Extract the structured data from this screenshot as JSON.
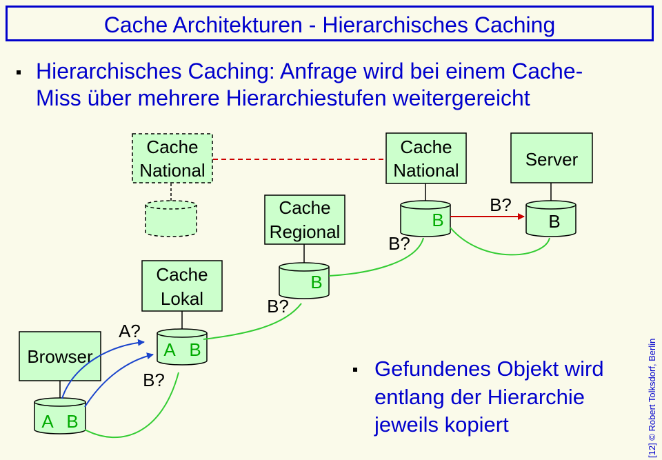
{
  "title": "Cache Architekturen - Hierarchisches Caching",
  "bullet1": {
    "line1": "Hierarchisches Caching: Anfrage wird bei einem Cache-",
    "line2": "Miss über mehrere Hierarchiestufen weitergereicht"
  },
  "bullet2": {
    "line1": "Gefundenes Objekt wird",
    "line2": "entlang der Hierarchie",
    "line3": "jeweils kopiert"
  },
  "nodes": {
    "cache_national_left": {
      "line1": "Cache",
      "line2": "National"
    },
    "cache_national_right": {
      "line1": "Cache",
      "line2": "National"
    },
    "cache_regional": {
      "line1": "Cache",
      "line2": "Regional"
    },
    "cache_lokal": {
      "line1": "Cache",
      "line2": "Lokal"
    },
    "browser": {
      "label": "Browser"
    },
    "server": {
      "label": "Server"
    }
  },
  "storage": {
    "browser": {
      "a": "A",
      "b": "B"
    },
    "lokal": {
      "a": "A",
      "b": "B"
    },
    "regional": {
      "b": "B"
    },
    "national": {
      "b": "B"
    },
    "server": {
      "b": "B"
    }
  },
  "queries": {
    "a_to_lokal": "A?",
    "b_to_lokal": "B?",
    "b_to_regional": "B?",
    "b_to_national": "B?",
    "b_to_server": "B?"
  },
  "footer": "[12] © Robert Tolksdorf, Berlin",
  "colors": {
    "title": "#0000cc",
    "box_fill": "#ccffcc",
    "object_found": "#00aa00",
    "request_arrow": "#1a44cc",
    "return_arrow": "#33cc33",
    "server_arrow": "#cc0000",
    "dashed_link": "#cc0000"
  }
}
